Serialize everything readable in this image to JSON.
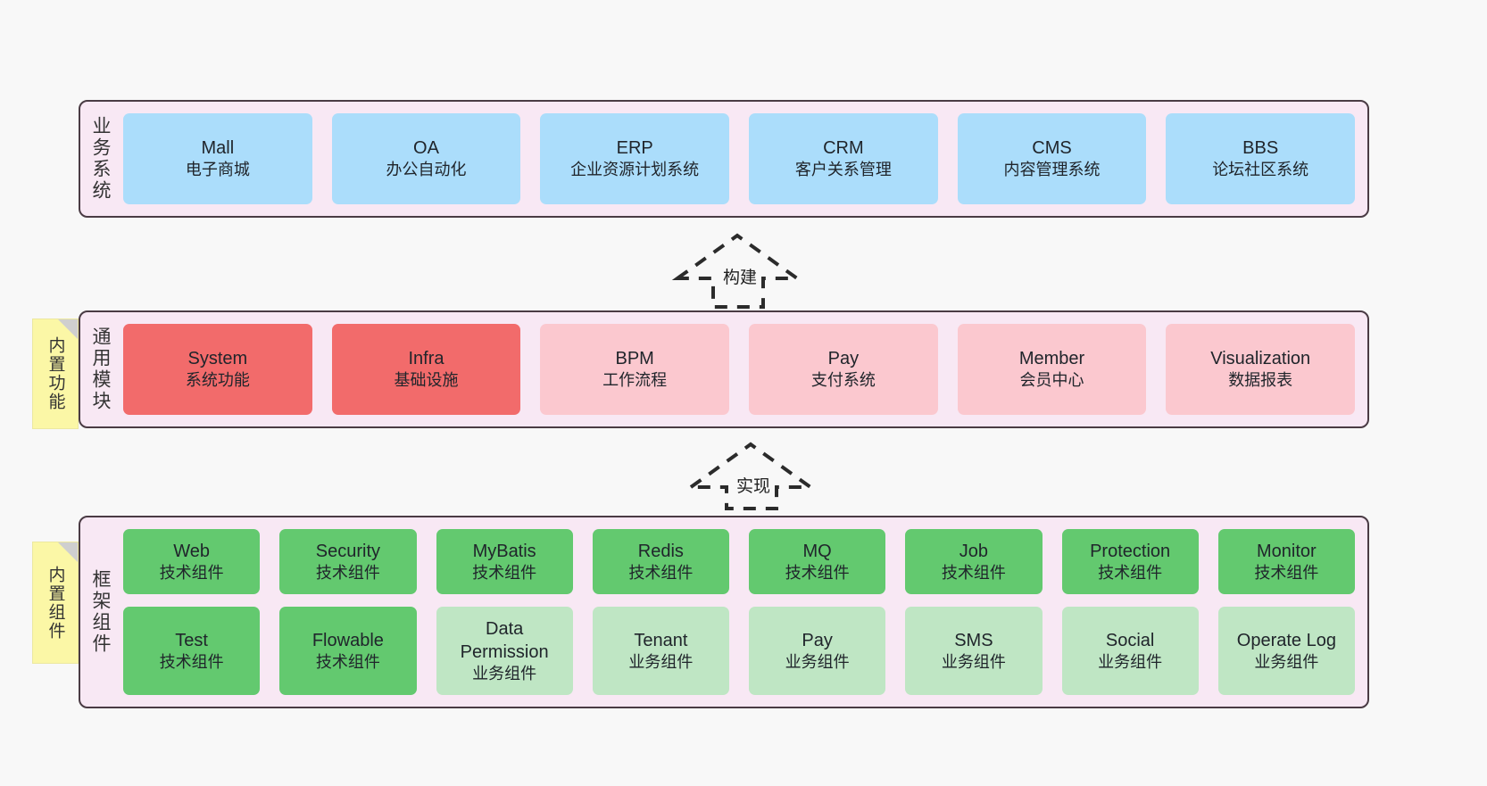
{
  "diagram": {
    "title": "",
    "background": "#f8f8f8",
    "border_color": "#4a3b44",
    "panel_color": "#f8e8f4",
    "note_color": "#fbf7a6"
  },
  "notes": [
    {
      "id": "note-builtin-function",
      "label": "内置功能"
    },
    {
      "id": "note-builtin-component",
      "label": "内置组件"
    }
  ],
  "connectors": [
    {
      "id": "connector-build",
      "label": "构建",
      "style": "dashed-hollow-arrow-up"
    },
    {
      "id": "connector-implement",
      "label": "实现",
      "style": "dashed-hollow-arrow-up"
    }
  ],
  "layers": [
    {
      "id": "layer-business-system",
      "title": "业务系统",
      "color": "#abddfb",
      "rows": [
        {
          "nodes": [
            {
              "name": "Mall",
              "desc": "电子商城",
              "color": "blue"
            },
            {
              "name": "OA",
              "desc": "办公自动化",
              "color": "blue"
            },
            {
              "name": "ERP",
              "desc": "企业资源计划系统",
              "color": "blue"
            },
            {
              "name": "CRM",
              "desc": "客户关系管理",
              "color": "blue"
            },
            {
              "name": "CMS",
              "desc": "内容管理系统",
              "color": "blue"
            },
            {
              "name": "BBS",
              "desc": "论坛社区系统",
              "color": "blue"
            }
          ]
        }
      ]
    },
    {
      "id": "layer-common-module",
      "title": "通用模块",
      "color": "#f26b6b",
      "rows": [
        {
          "nodes": [
            {
              "name": "System",
              "desc": "系统功能",
              "color": "red"
            },
            {
              "name": "Infra",
              "desc": "基础设施",
              "color": "red"
            },
            {
              "name": "BPM",
              "desc": "工作流程",
              "color": "pink"
            },
            {
              "name": "Pay",
              "desc": "支付系统",
              "color": "pink"
            },
            {
              "name": "Member",
              "desc": "会员中心",
              "color": "pink"
            },
            {
              "name": "Visualization",
              "desc": "数据报表",
              "color": "pink"
            }
          ]
        }
      ]
    },
    {
      "id": "layer-framework-component",
      "title": "框架组件",
      "color": "#63c96f",
      "rows": [
        {
          "nodes": [
            {
              "name": "Web",
              "desc": "技术组件",
              "color": "green"
            },
            {
              "name": "Security",
              "desc": "技术组件",
              "color": "green"
            },
            {
              "name": "MyBatis",
              "desc": "技术组件",
              "color": "green"
            },
            {
              "name": "Redis",
              "desc": "技术组件",
              "color": "green"
            },
            {
              "name": "MQ",
              "desc": "技术组件",
              "color": "green"
            },
            {
              "name": "Job",
              "desc": "技术组件",
              "color": "green"
            },
            {
              "name": "Protection",
              "desc": "技术组件",
              "color": "green"
            },
            {
              "name": "Monitor",
              "desc": "技术组件",
              "color": "green"
            }
          ]
        },
        {
          "nodes": [
            {
              "name": "Test",
              "desc": "技术组件",
              "color": "green"
            },
            {
              "name": "Flowable",
              "desc": "技术组件",
              "color": "green"
            },
            {
              "name": "Data Permission",
              "desc": "业务组件",
              "color": "lightgreen"
            },
            {
              "name": "Tenant",
              "desc": "业务组件",
              "color": "lightgreen"
            },
            {
              "name": "Pay",
              "desc": "业务组件",
              "color": "lightgreen"
            },
            {
              "name": "SMS",
              "desc": "业务组件",
              "color": "lightgreen"
            },
            {
              "name": "Social",
              "desc": "业务组件",
              "color": "lightgreen"
            },
            {
              "name": "Operate Log",
              "desc": "业务组件",
              "color": "lightgreen"
            }
          ]
        }
      ]
    }
  ]
}
